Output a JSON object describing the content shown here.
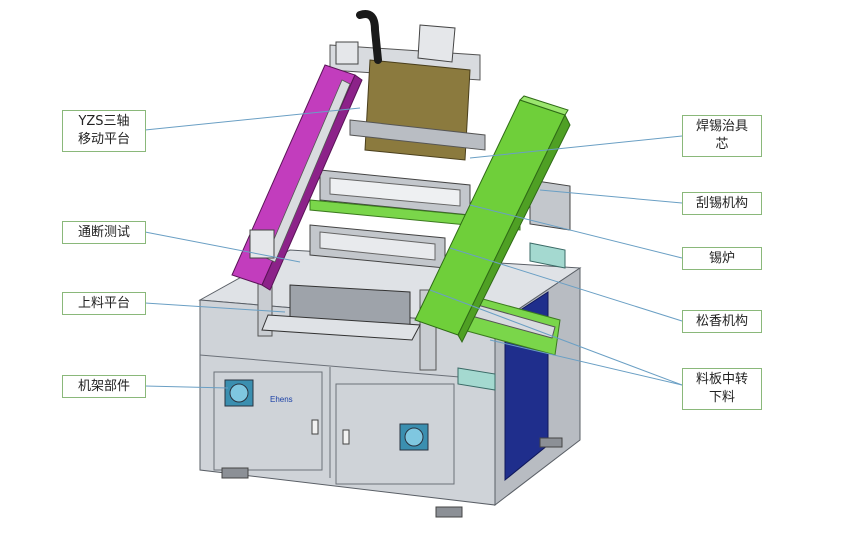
{
  "callouts": {
    "yzs": "YZS三轴\n移动平台",
    "continuity": "通断测试",
    "loading": "上料平台",
    "frame": "机架部件",
    "fixture": "焊锡治具\n芯",
    "scraper": "刮锡机构",
    "furnace": "锡炉",
    "rosin": "松香机构",
    "transfer": "料板中转\n下料"
  },
  "machine": {
    "logo_text": "Ehens"
  },
  "colors": {
    "frame_gray": "#cfd3d8",
    "magenta_beam": "#c23dbd",
    "green_beam": "#6fcf3a",
    "bronze_plate": "#8b7a3e",
    "navy_panel": "#1f2e8c",
    "callout_border": "#8ab87a",
    "leader_line": "#6a9fc4"
  }
}
